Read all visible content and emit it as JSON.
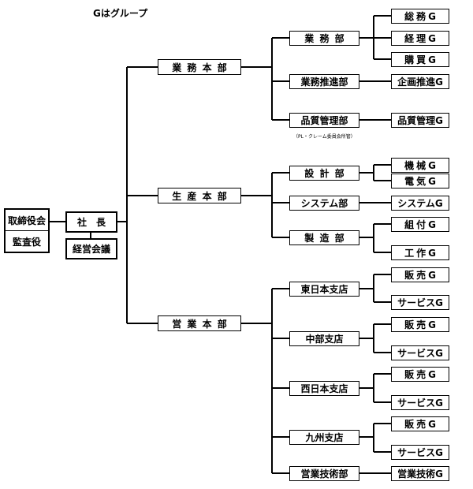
{
  "legend": "Gはグループ",
  "external": {
    "board": "取締役会",
    "auditor": "監査役"
  },
  "president": "社　長",
  "management_meeting": "経営会議",
  "divisions": [
    {
      "label": "業務本部",
      "departments": [
        {
          "label": "業務部",
          "groups": [
            "総務G",
            "経理G",
            "購買G"
          ]
        },
        {
          "label": "業務推進部",
          "groups": [
            "企画推進G"
          ]
        },
        {
          "label": "品質管理部",
          "groups": [
            "品質管理G"
          ],
          "note": "（PL・クレーム委員会所管）"
        }
      ]
    },
    {
      "label": "生産本部",
      "departments": [
        {
          "label": "設計部",
          "groups": [
            "機械G",
            "電気G"
          ]
        },
        {
          "label": "システム部",
          "groups": [
            "システムG"
          ]
        },
        {
          "label": "製造部",
          "groups": [
            "組付G",
            "工作G"
          ]
        }
      ]
    },
    {
      "label": "営業本部",
      "departments": [
        {
          "label": "東日本支店",
          "groups": [
            "販売G",
            "サービスG"
          ]
        },
        {
          "label": "中部支店",
          "groups": [
            "販売G",
            "サービスG"
          ]
        },
        {
          "label": "西日本支店",
          "groups": [
            "販売G",
            "サービスG"
          ]
        },
        {
          "label": "九州支店",
          "groups": [
            "販売G",
            "サービスG"
          ]
        },
        {
          "label": "営業技術部",
          "groups": [
            "営業技術G"
          ]
        }
      ]
    }
  ]
}
